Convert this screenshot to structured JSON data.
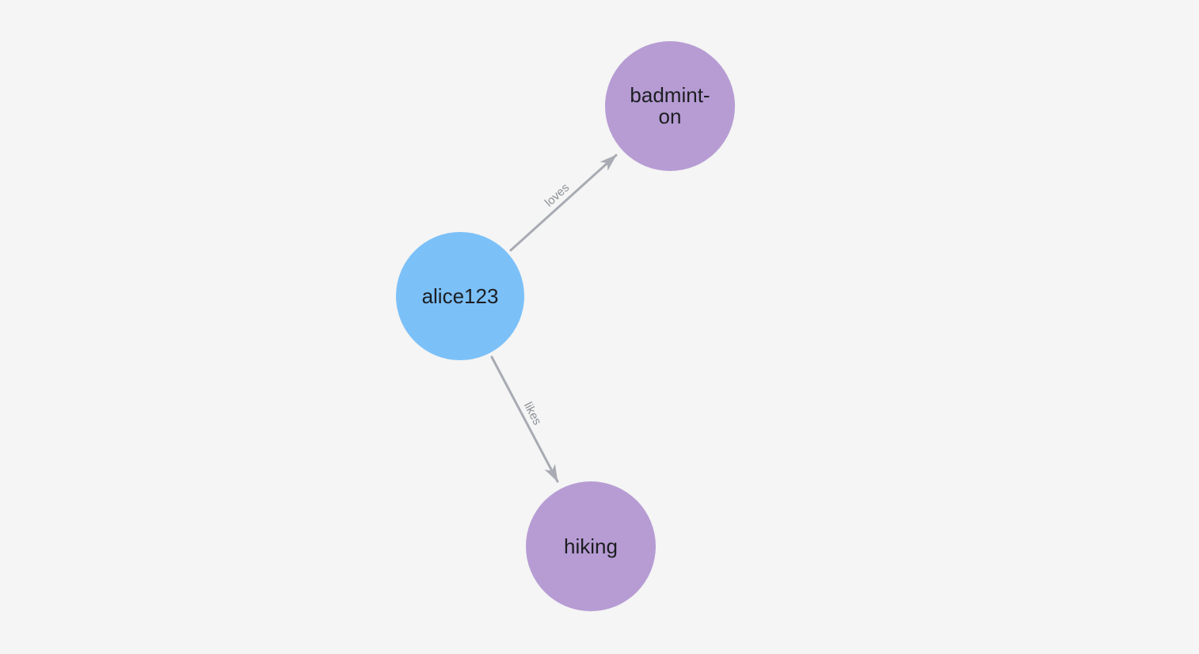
{
  "canvas": {
    "background_color": "#f4f5f4"
  },
  "graph": {
    "edge_color": "#a8abb3",
    "edge_label_color": "#8c9096",
    "node_text_color": "#1c1e21",
    "nodes": [
      {
        "id": "alice123",
        "lines": [
          "alice123"
        ],
        "fill_color": "#7cc0f8"
      },
      {
        "id": "badminton",
        "lines": [
          "badmint-",
          "on"
        ],
        "fill_color": "#b79cd4"
      },
      {
        "id": "hiking",
        "lines": [
          "hiking"
        ],
        "fill_color": "#b79cd4"
      }
    ],
    "edges": [
      {
        "from": "alice123",
        "to": "badminton",
        "label": "loves"
      },
      {
        "from": "alice123",
        "to": "hiking",
        "label": "likes"
      }
    ]
  }
}
